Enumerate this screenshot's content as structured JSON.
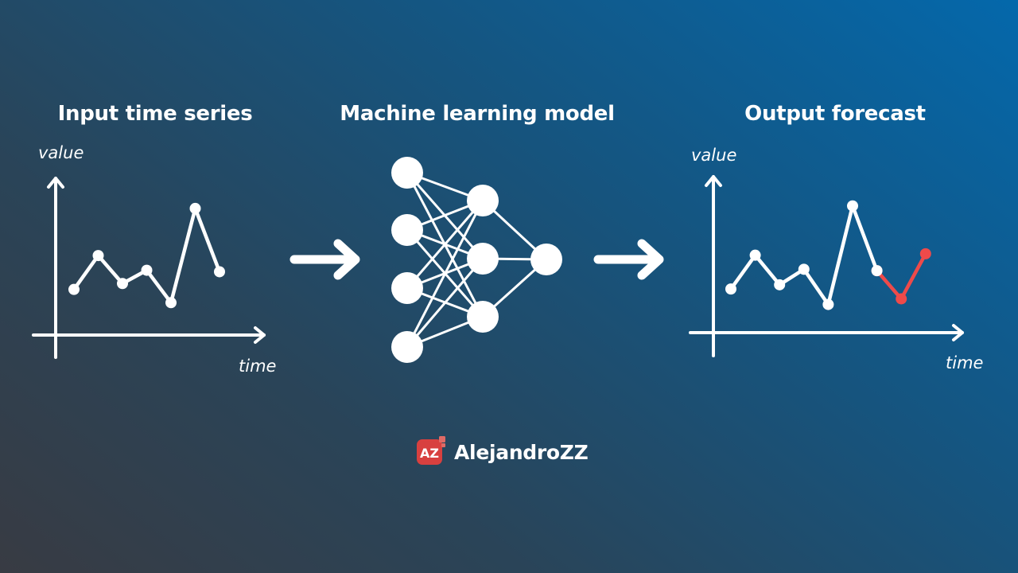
{
  "headings": {
    "input": "Input time series",
    "model": "Machine learning model",
    "output": "Output forecast"
  },
  "input_chart": {
    "ylabel": "value",
    "xlabel": "time"
  },
  "output_chart": {
    "ylabel": "value",
    "xlabel": "time"
  },
  "brand": {
    "name": "AlejandroZZ",
    "logo_text": "AZ"
  },
  "chart_data": [
    {
      "type": "line",
      "title": "Input time series",
      "xlabel": "time",
      "ylabel": "value",
      "series": [
        {
          "values": [
            3.1,
            5.4,
            3.5,
            4.4,
            2.2,
            8.6,
            4.3
          ]
        }
      ],
      "ylim": [
        0,
        10
      ],
      "color": "#ffffff"
    },
    {
      "type": "line",
      "title": "Output forecast",
      "xlabel": "time",
      "ylabel": "value",
      "series": [
        {
          "values": [
            3.1,
            5.5,
            3.4,
            4.5,
            2.0,
            9.0,
            4.4
          ],
          "color": "#ffffff"
        },
        {
          "values": [
            4.4,
            2.4,
            5.6
          ],
          "color": "#ee4a4a",
          "starts_at_index": 6
        }
      ],
      "ylim": [
        0,
        10
      ]
    }
  ],
  "diagram": {
    "layers": [
      4,
      3,
      1
    ],
    "node_color": "#ffffff",
    "edge_color": "#ffffff"
  },
  "colors": {
    "forecast": "#ee4a4a",
    "foreground": "#ffffff",
    "background_start": "#383b43",
    "background_end": "#0468ab"
  }
}
